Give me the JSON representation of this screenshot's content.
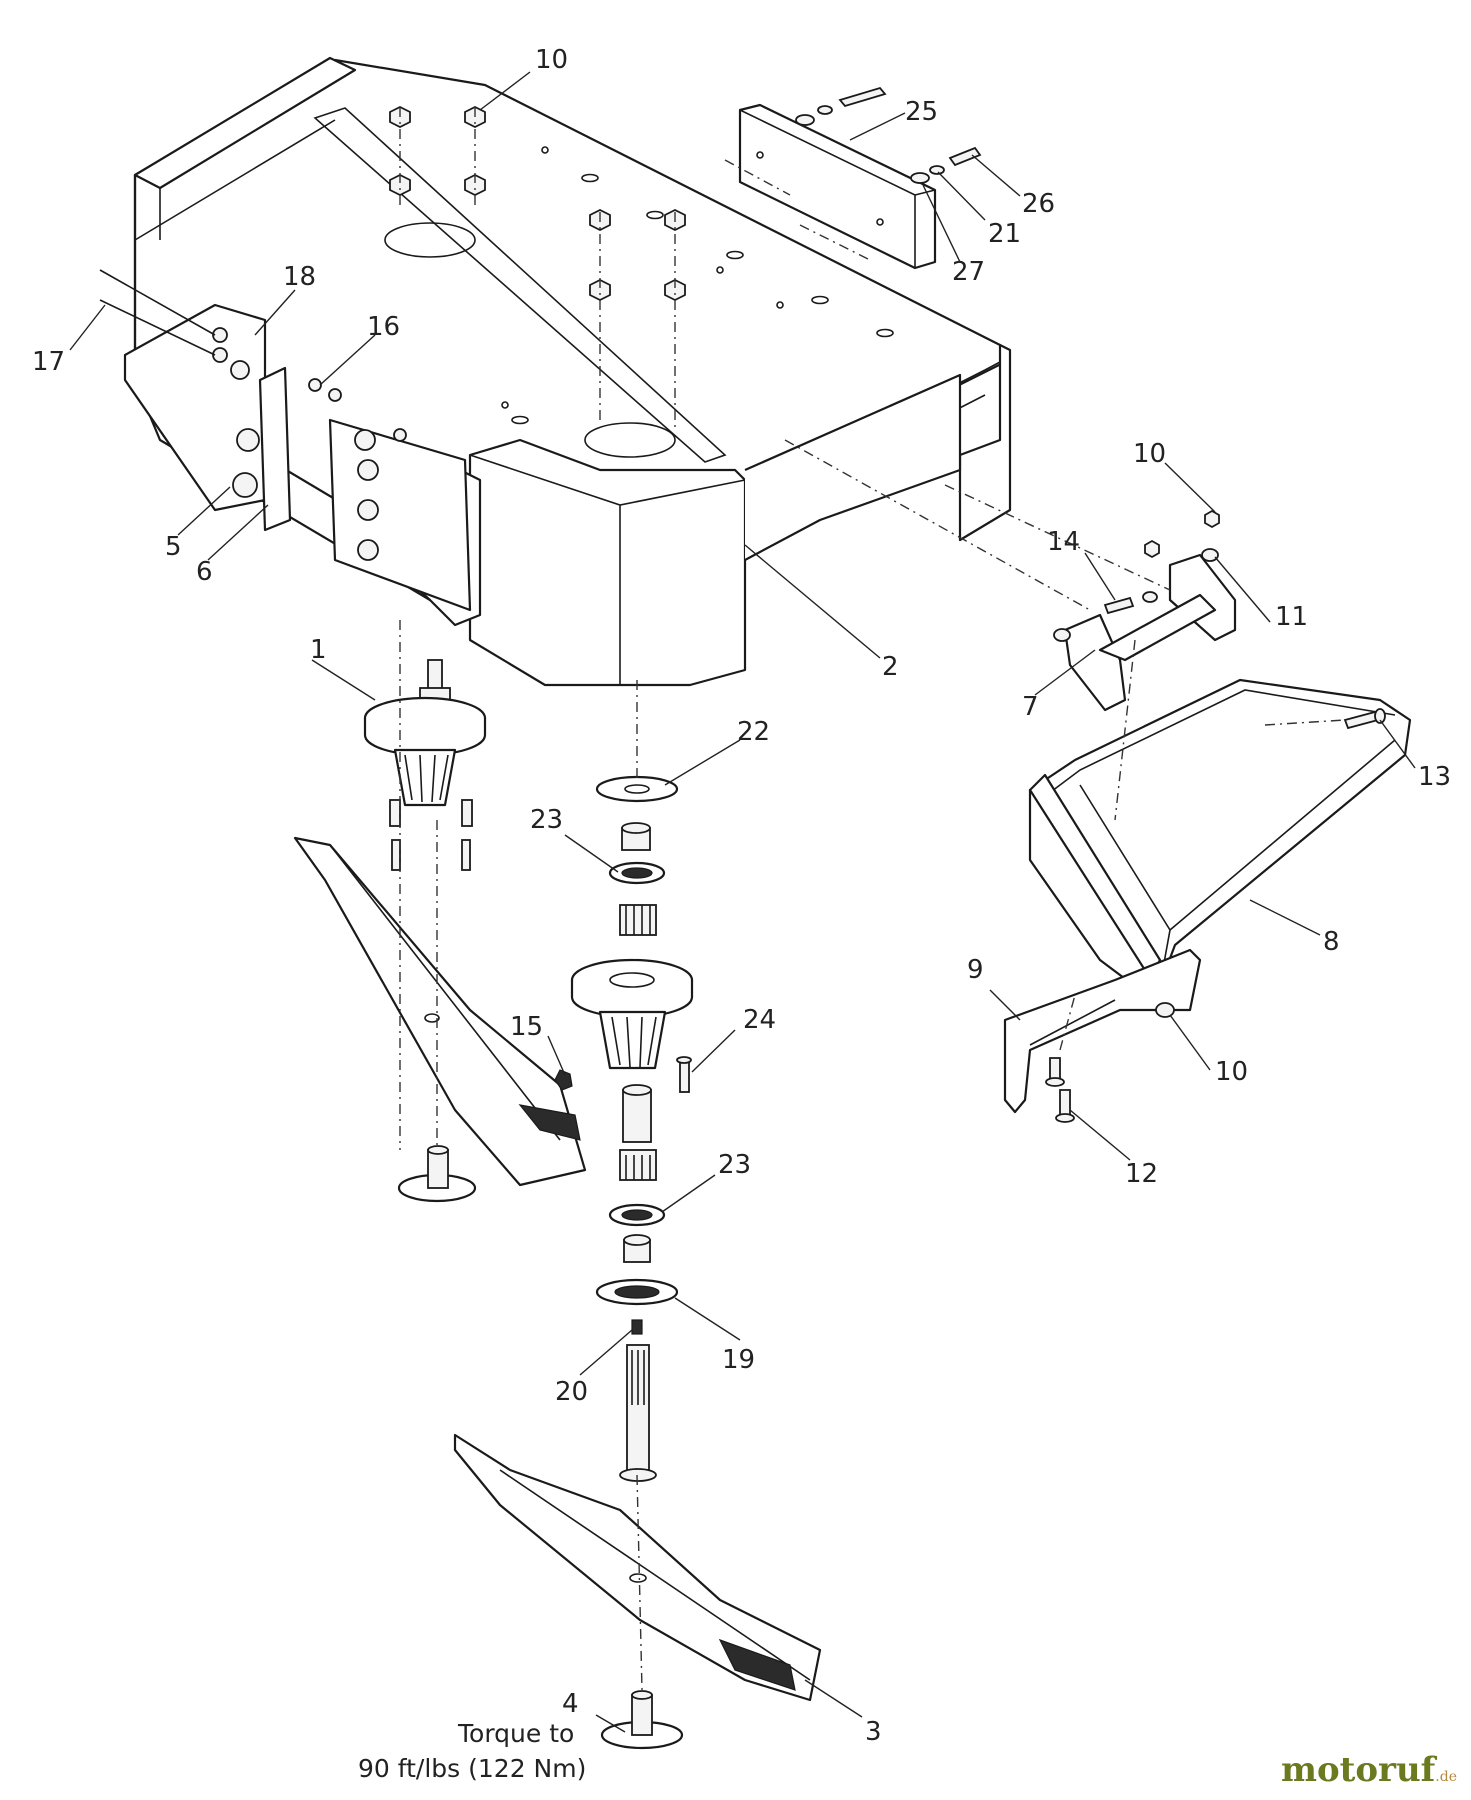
{
  "diagram": {
    "callouts": [
      {
        "id": "c10a",
        "label": "10"
      },
      {
        "id": "c25",
        "label": "25"
      },
      {
        "id": "c26",
        "label": "26"
      },
      {
        "id": "c21",
        "label": "21"
      },
      {
        "id": "c27",
        "label": "27"
      },
      {
        "id": "c18",
        "label": "18"
      },
      {
        "id": "c17",
        "label": "17"
      },
      {
        "id": "c16",
        "label": "16"
      },
      {
        "id": "c5",
        "label": "5"
      },
      {
        "id": "c6",
        "label": "6"
      },
      {
        "id": "c1",
        "label": "1"
      },
      {
        "id": "c2",
        "label": "2"
      },
      {
        "id": "c10b",
        "label": "10"
      },
      {
        "id": "c14",
        "label": "14"
      },
      {
        "id": "c11",
        "label": "11"
      },
      {
        "id": "c7",
        "label": "7"
      },
      {
        "id": "c13",
        "label": "13"
      },
      {
        "id": "c22",
        "label": "22"
      },
      {
        "id": "c23a",
        "label": "23"
      },
      {
        "id": "c8",
        "label": "8"
      },
      {
        "id": "c9",
        "label": "9"
      },
      {
        "id": "c15",
        "label": "15"
      },
      {
        "id": "c24",
        "label": "24"
      },
      {
        "id": "c10c",
        "label": "10"
      },
      {
        "id": "c12",
        "label": "12"
      },
      {
        "id": "c23b",
        "label": "23"
      },
      {
        "id": "c19",
        "label": "19"
      },
      {
        "id": "c20",
        "label": "20"
      },
      {
        "id": "c4",
        "label": "4"
      },
      {
        "id": "c3",
        "label": "3"
      }
    ],
    "torque_note": {
      "line1": "Torque to",
      "line2": "90 ft/lbs (122 Nm)"
    }
  },
  "watermark": {
    "main": "motoruf",
    "tld": ".de"
  }
}
